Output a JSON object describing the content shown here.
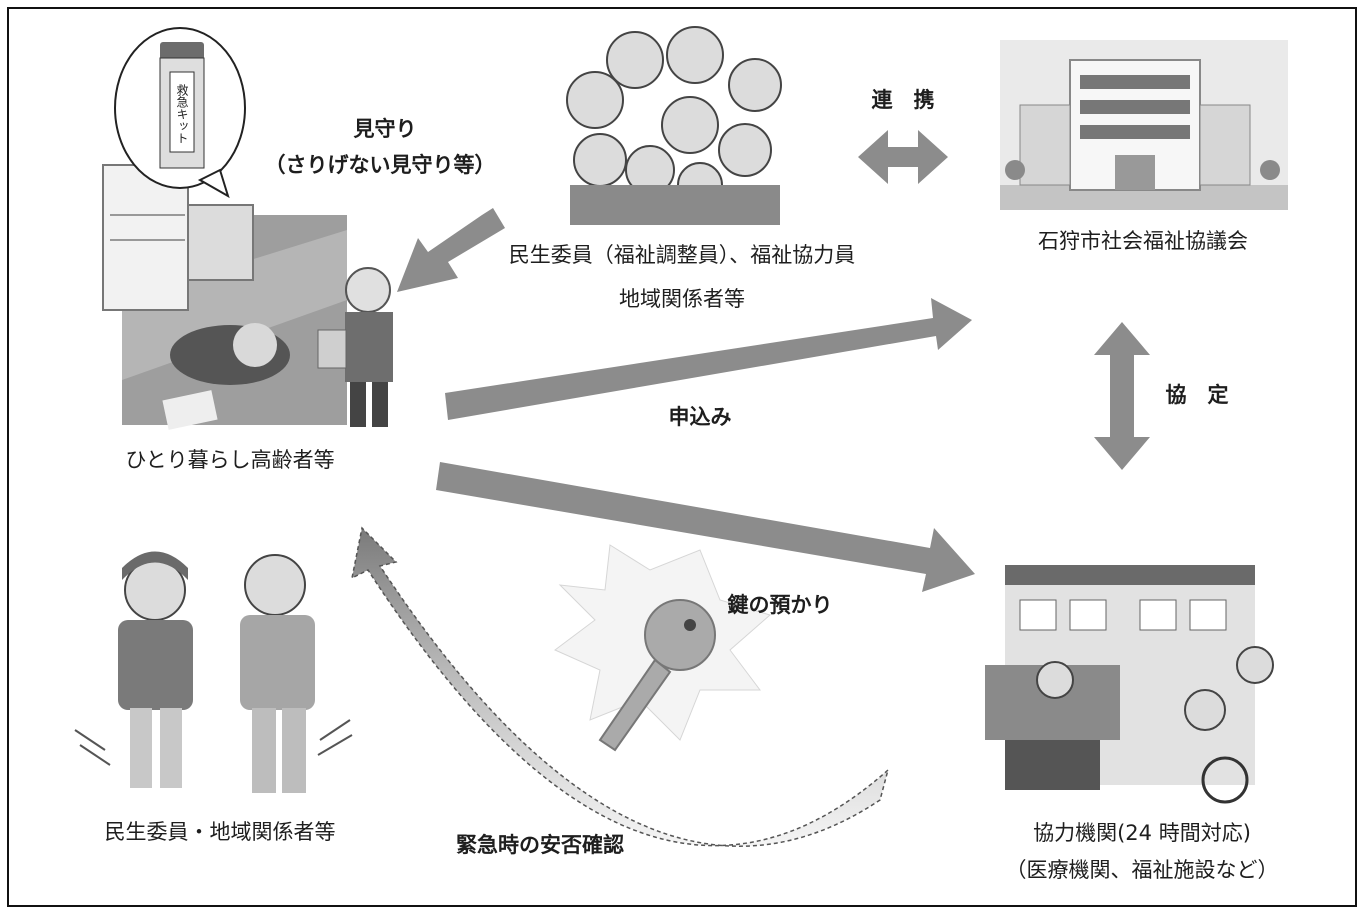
{
  "labels": {
    "mimamori": "見守り",
    "mimamori_sub": "（さりげない見守り等）",
    "volunteers_1": "民生委員（福祉調整員）、福祉協力員",
    "volunteers_2": "地域関係者等",
    "renkei": "連　携",
    "council": "石狩市社会福祉協議会",
    "elderly": "ひとり暮らし高齢者等",
    "moushikomi": "申込み",
    "kyoutei": "協　定",
    "key_deposit": "鍵の預かり",
    "local_members": "民生委員・地域関係者等",
    "emergency_check": "緊急時の安否確認",
    "partner_1": "協力機関(24 時間対応)",
    "partner_2": "（医療機関、福祉施設など）",
    "kit_label": "救急キット"
  },
  "colors": {
    "arrow": "#8c8c8c",
    "frame": "#111111"
  }
}
